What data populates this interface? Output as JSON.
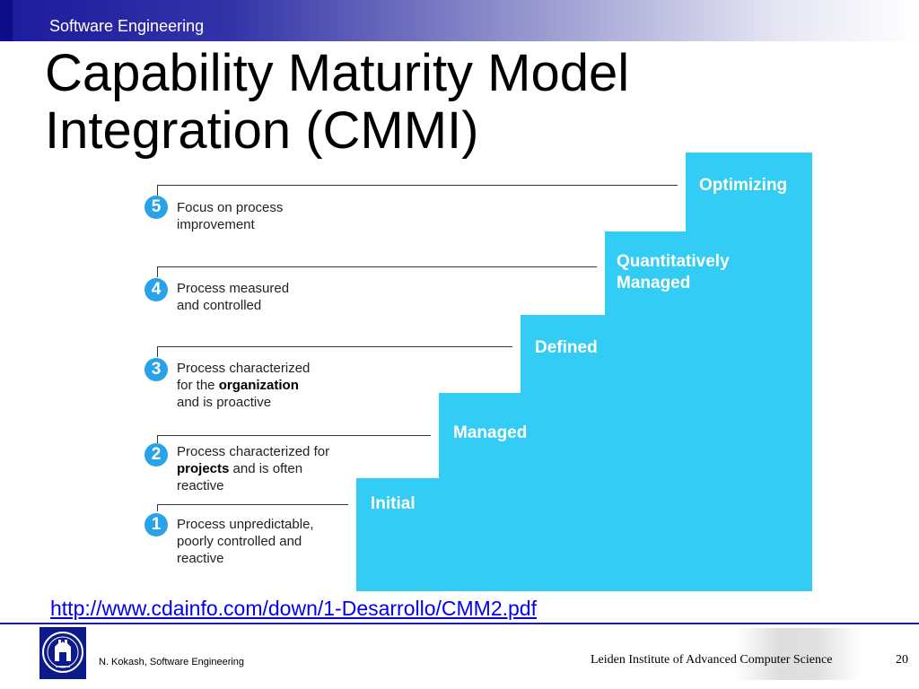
{
  "header": {
    "label": "Software Engineering"
  },
  "title": {
    "line1": "Capability Maturity Model",
    "line2": "Integration (CMMI)"
  },
  "levels": [
    {
      "number": "1",
      "name": "Initial",
      "desc_lines": [
        "Process unpredictable,",
        "poorly controlled and",
        "reactive"
      ]
    },
    {
      "number": "2",
      "name": "Managed",
      "desc_line1_text": "Process characterized for",
      "desc_line2_bold": "projects",
      "desc_line2_rest": " and is often",
      "desc_line3": "reactive"
    },
    {
      "number": "3",
      "name": "Defined",
      "desc_line1": "Process characterized",
      "desc_line2_pre": "for the ",
      "desc_line2_bold": "organization",
      "desc_line3": "and is proactive"
    },
    {
      "number": "4",
      "name_line1": "Quantitatively",
      "name_line2": "Managed",
      "desc_lines": [
        "Process measured",
        "and controlled"
      ]
    },
    {
      "number": "5",
      "name": "Optimizing",
      "desc_lines": [
        "Focus on process",
        "improvement"
      ]
    }
  ],
  "colors": {
    "step": "#33ccf5",
    "badge": "#29a3e8",
    "header_bar": "#1b1b9e",
    "link": "#0000ee"
  },
  "link": {
    "text": "http://www.cdainfo.com/down/1-Desarrollo/CMM2.pdf"
  },
  "footer": {
    "author": "N. Kokash, Software Engineering",
    "institute": "Leiden Institute of Advanced Computer Science",
    "page_number": "20",
    "logo_icon": "university-seal-icon"
  }
}
